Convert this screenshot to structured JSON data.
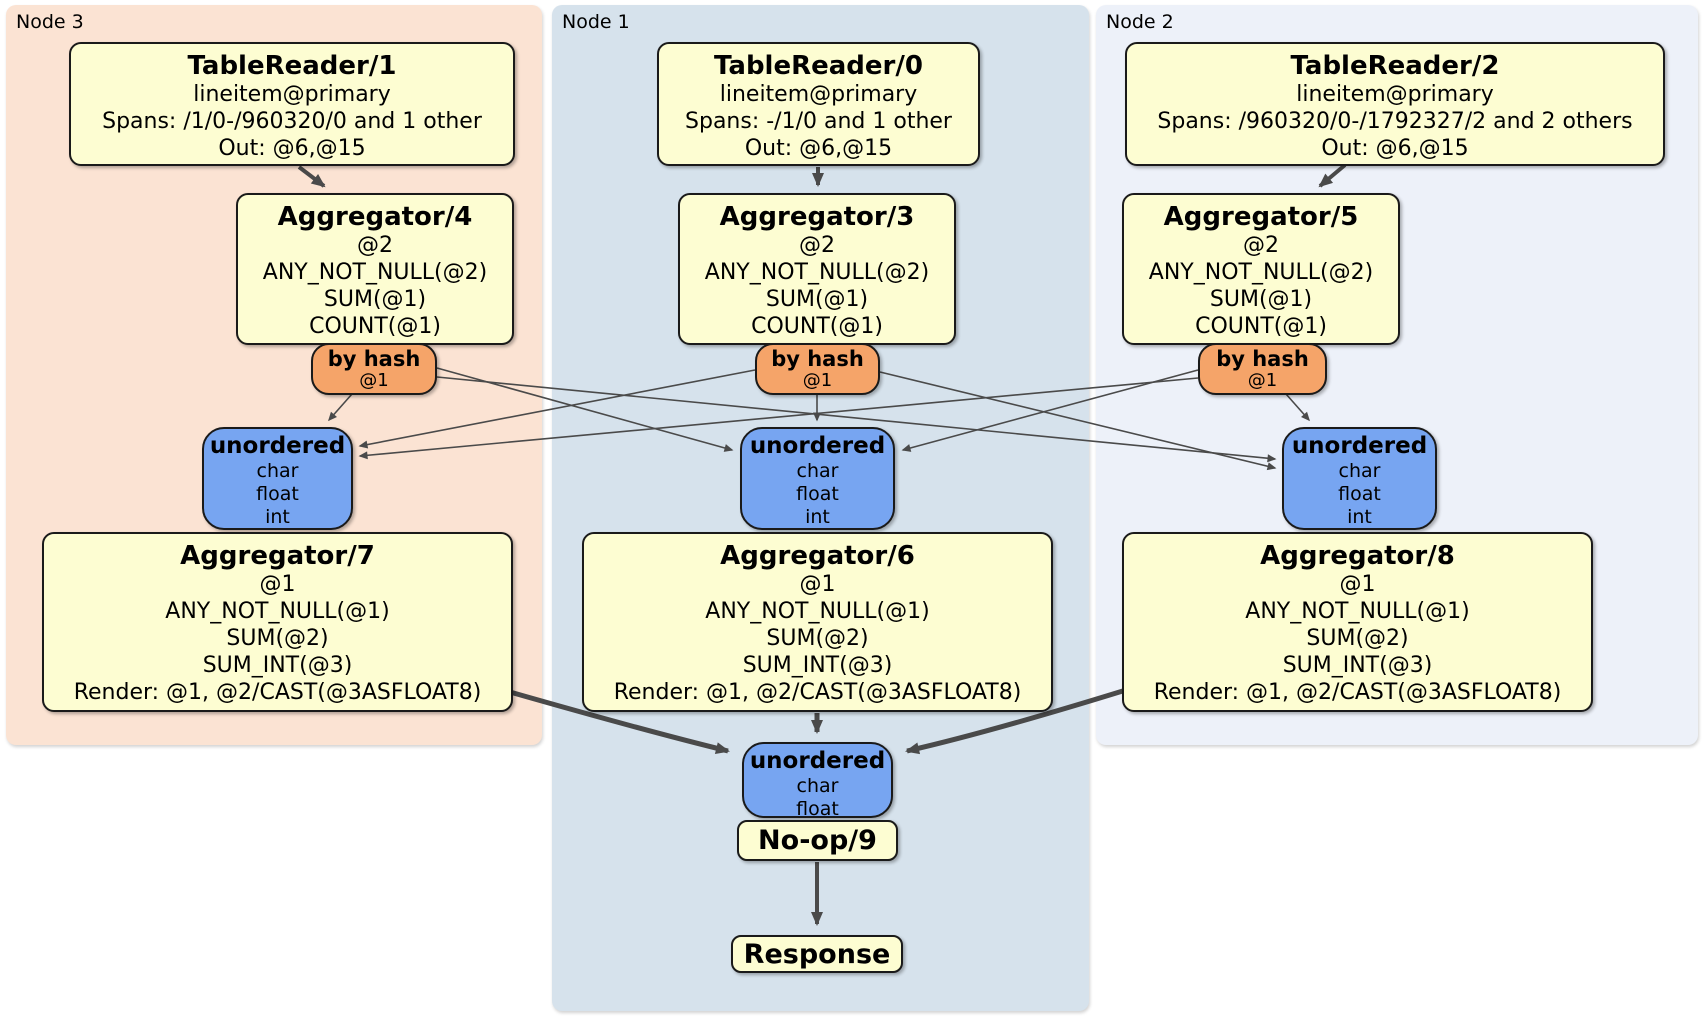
{
  "diagram": {
    "node3": {
      "label": "Node 3",
      "table_reader": {
        "title": "TableReader/1",
        "lines": [
          "lineitem@primary",
          "Spans: /1/0-/960320/0 and 1 other",
          "Out: @6,@15"
        ]
      },
      "aggregator_top": {
        "title": "Aggregator/4",
        "lines": [
          "@2",
          "ANY_NOT_NULL(@2)",
          "SUM(@1)",
          "COUNT(@1)"
        ]
      },
      "router": {
        "title": "by hash",
        "lines": [
          "@1"
        ]
      },
      "sync": {
        "title": "unordered",
        "lines": [
          "char",
          "float",
          "int"
        ]
      },
      "aggregator_bottom": {
        "title": "Aggregator/7",
        "lines": [
          "@1",
          "ANY_NOT_NULL(@1)",
          "SUM(@2)",
          "SUM_INT(@3)",
          "Render: @1, @2/CAST(@3ASFLOAT8)"
        ]
      }
    },
    "node1": {
      "label": "Node 1",
      "table_reader": {
        "title": "TableReader/0",
        "lines": [
          "lineitem@primary",
          "Spans: -/1/0 and 1 other",
          "Out: @6,@15"
        ]
      },
      "aggregator_top": {
        "title": "Aggregator/3",
        "lines": [
          "@2",
          "ANY_NOT_NULL(@2)",
          "SUM(@1)",
          "COUNT(@1)"
        ]
      },
      "router": {
        "title": "by hash",
        "lines": [
          "@1"
        ]
      },
      "sync": {
        "title": "unordered",
        "lines": [
          "char",
          "float",
          "int"
        ]
      },
      "aggregator_bottom": {
        "title": "Aggregator/6",
        "lines": [
          "@1",
          "ANY_NOT_NULL(@1)",
          "SUM(@2)",
          "SUM_INT(@3)",
          "Render: @1, @2/CAST(@3ASFLOAT8)"
        ]
      }
    },
    "node2": {
      "label": "Node 2",
      "table_reader": {
        "title": "TableReader/2",
        "lines": [
          "lineitem@primary",
          "Spans: /960320/0-/1792327/2 and 2 others",
          "Out: @6,@15"
        ]
      },
      "aggregator_top": {
        "title": "Aggregator/5",
        "lines": [
          "@2",
          "ANY_NOT_NULL(@2)",
          "SUM(@1)",
          "COUNT(@1)"
        ]
      },
      "router": {
        "title": "by hash",
        "lines": [
          "@1"
        ]
      },
      "sync": {
        "title": "unordered",
        "lines": [
          "char",
          "float",
          "int"
        ]
      },
      "aggregator_bottom": {
        "title": "Aggregator/8",
        "lines": [
          "@1",
          "ANY_NOT_NULL(@1)",
          "SUM(@2)",
          "SUM_INT(@3)",
          "Render: @1, @2/CAST(@3ASFLOAT8)"
        ]
      }
    },
    "sink": {
      "sync": {
        "title": "unordered",
        "lines": [
          "char",
          "float"
        ]
      },
      "noop": {
        "title": "No-op/9"
      },
      "response": {
        "title": "Response"
      }
    }
  },
  "colors": {
    "node3_bg": "#fbe3d3",
    "node1_bg": "#d6e2ec",
    "node2_bg": "#edf1f9",
    "processor_fill": "#fdfdd2",
    "router_fill": "#f5a469",
    "sync_fill": "#77a5f1",
    "edge": "#4a4a4a",
    "border": "#1a1a1a"
  }
}
